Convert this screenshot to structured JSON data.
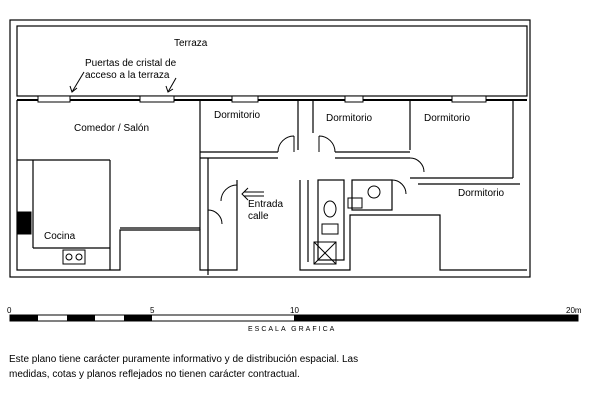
{
  "rooms": {
    "terrace": "Terraza",
    "glass_doors_line1": "Puertas de cristal de",
    "glass_doors_line2": "acceso a la terraza",
    "dining_living": "Comedor / Salón",
    "bedroom_1": "Dormitorio",
    "bedroom_2": "Dormitorio",
    "bedroom_3": "Dormitorio",
    "bedroom_4": "Dormitorio",
    "entrance_line1": "Entrada",
    "entrance_line2": "calle",
    "kitchen": "Cocina"
  },
  "scale": {
    "title": "ESCALA GRAFICA",
    "ticks": [
      "0",
      "5",
      "10",
      "20m"
    ],
    "units": "m"
  },
  "disclaimer": "Este plano tiene carácter puramente informativo y de distribución espacial. Las\nmedidas, cotas y planos reflejados no tienen carácter contractual."
}
